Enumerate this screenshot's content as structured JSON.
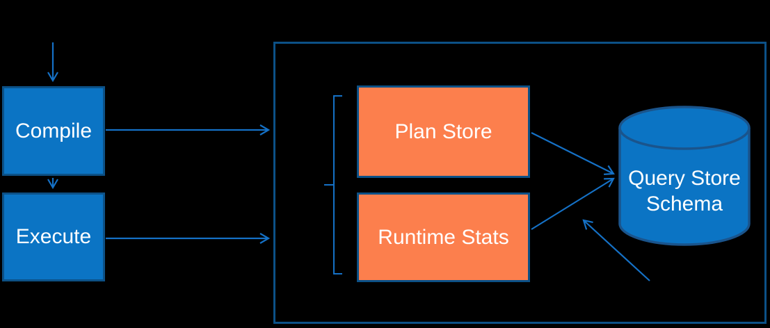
{
  "diagram": {
    "type": "flow-diagram",
    "nodes": {
      "compile": "Compile",
      "execute": "Execute",
      "plan_store": "Plan Store",
      "runtime_stats": "Runtime Stats",
      "query_store_schema": "Query Store Schema"
    },
    "container": {
      "contains": [
        "Plan Store",
        "Runtime Stats",
        "Query Store Schema"
      ]
    },
    "bracket": {
      "groups": [
        "Plan Store",
        "Runtime Stats"
      ]
    },
    "edges": [
      {
        "from": null,
        "to": "Compile"
      },
      {
        "from": "Compile",
        "to": "Execute"
      },
      {
        "from": "Compile",
        "to": "container"
      },
      {
        "from": "Execute",
        "to": "container"
      },
      {
        "from": "Plan Store",
        "to": "Query Store Schema"
      },
      {
        "from": "Runtime Stats",
        "to": "Query Store Schema"
      },
      {
        "from": null,
        "to": "Query Store Schema"
      }
    ]
  },
  "colors": {
    "background": "#000000",
    "node_fill": "#0B74C4",
    "node_border": "#0C5187",
    "orange_fill": "#FC7F4D",
    "cylinder_border": "#1A548C",
    "arrow": "#1571C6",
    "text": "#FFFFFF"
  }
}
